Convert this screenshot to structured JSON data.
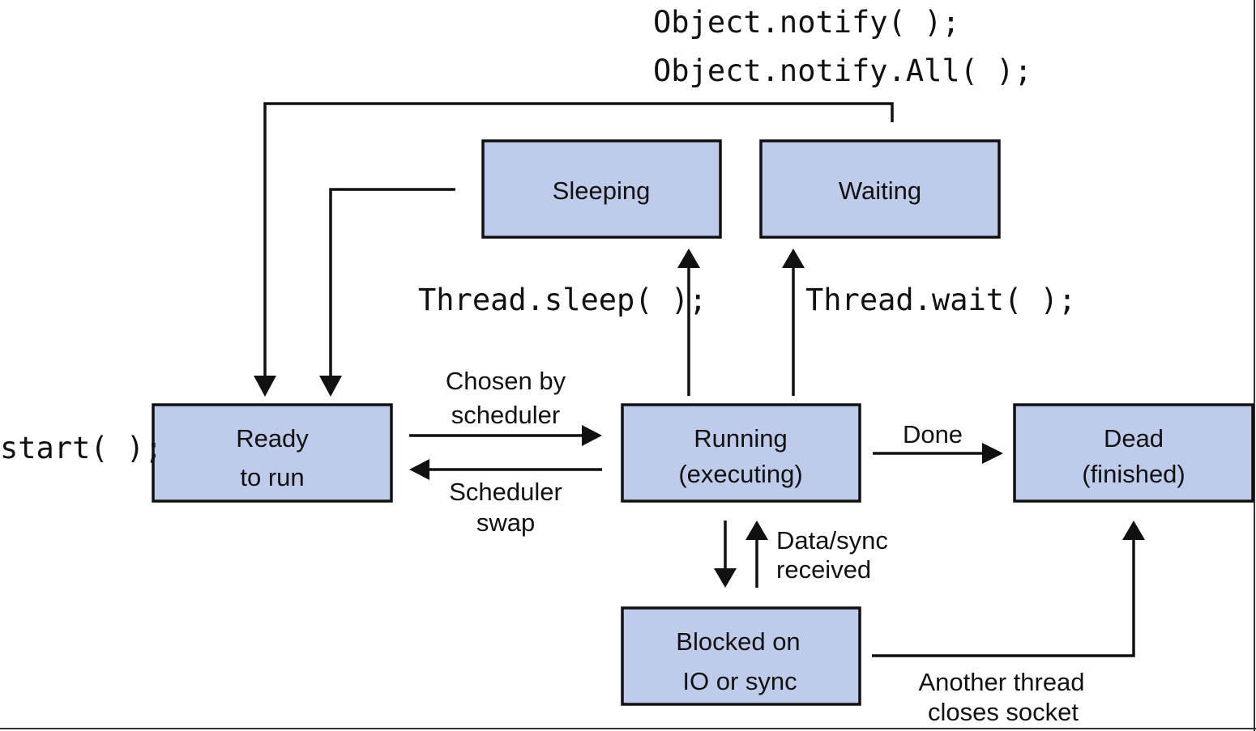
{
  "states": {
    "sleeping": "Sleeping",
    "waiting": "Waiting",
    "ready_line1": "Ready",
    "ready_line2": "to run",
    "running_line1": "Running",
    "running_line2": "(executing)",
    "dead_line1": "Dead",
    "dead_line2": "(finished)",
    "blocked_line1": "Blocked on",
    "blocked_line2": "IO or sync"
  },
  "transitions": {
    "start": "start( );",
    "notify": "Object.notify( );",
    "notify_all": "Object.notify.All( );",
    "sleep": "Thread.sleep( );",
    "wait": "Thread.wait( );",
    "chosen_line1": "Chosen by",
    "chosen_line2": "scheduler",
    "swap_line1": "Scheduler",
    "swap_line2": "swap",
    "done": "Done",
    "data_line1": "Data/sync",
    "data_line2": "received",
    "another_line1": "Another thread",
    "another_line2": "closes socket"
  },
  "colors": {
    "state_fill": "#bfcbeb",
    "line": "#111111"
  }
}
